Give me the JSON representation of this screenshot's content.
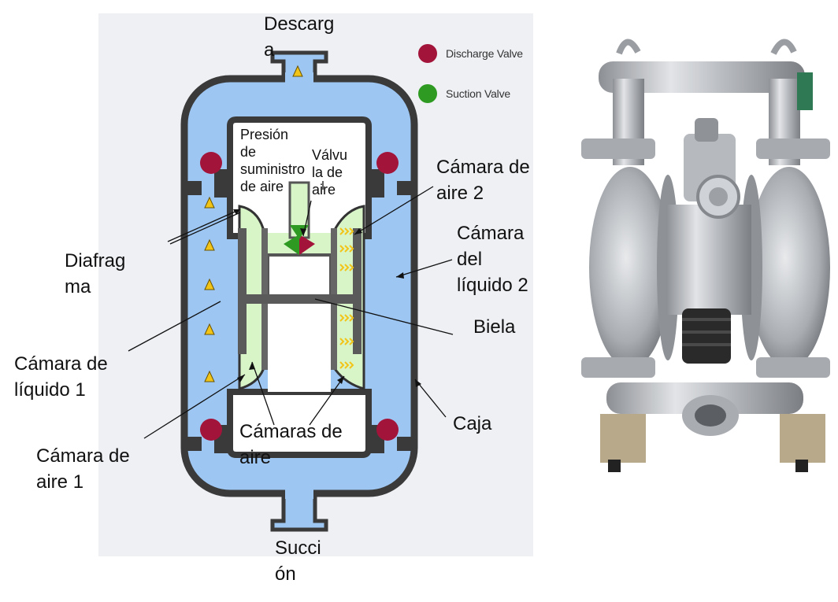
{
  "legend": {
    "discharge_label": "Discharge Valve",
    "suction_label": "Suction Valve"
  },
  "labels": {
    "descarga": "Descarg\na",
    "succion": "Succi\nón",
    "presion": "Presión\nde\nsuministro\nde aire",
    "valvula_aire": "Válvu\nla de\naire",
    "camara_aire_2": "Cámara de\naire 2",
    "camara_liquido_2": "Cámara\ndel\nlíquido 2",
    "diafragma": "Diafrag\nma",
    "biela": "Biela",
    "camara_liquido_1": "Cámara de\nlíquido 1",
    "camara_aire_1": "Cámara de\naire 1",
    "camaras_aire": "Cámaras de\naire",
    "caja": "Caja"
  },
  "colors": {
    "housing_outline": "#3a3a3a",
    "liquid": "#9dc6f2",
    "air_chamber": "#d8f5c8",
    "discharge_valve": "#a3143a",
    "suction_valve": "#2f9a22",
    "flow_arrow": "#f2c418",
    "panel_bg": "#eef0f4"
  },
  "icons": {
    "flow": "triangle-up",
    "air_flow": "chevron-right"
  }
}
